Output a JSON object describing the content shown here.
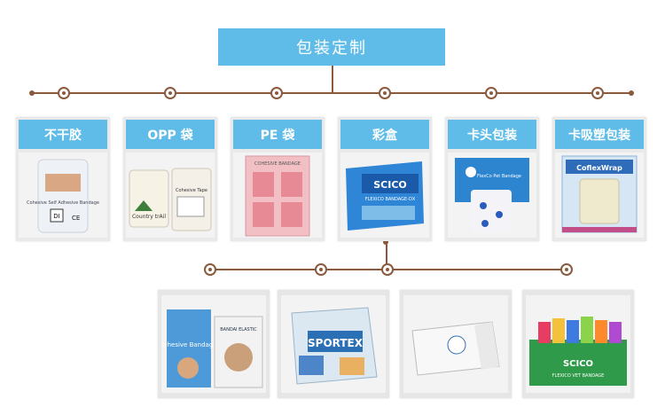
{
  "title": "包装定制",
  "categories": [
    {
      "label": "不干胶",
      "icon": "roll-label-icon"
    },
    {
      "label": "OPP 袋",
      "icon": "opp-bag-icon"
    },
    {
      "label": "PE 袋",
      "icon": "pe-bag-icon"
    },
    {
      "label": "彩盒",
      "icon": "color-box-icon"
    },
    {
      "label": "卡头包装",
      "icon": "header-card-icon"
    },
    {
      "label": "卡吸塑包装",
      "icon": "blister-card-icon"
    }
  ],
  "products": {
    "sticker_texts": [
      "Cohesive Self Adhesive Bandage",
      "DI",
      "CE"
    ],
    "opp_texts": [
      "Country trAil",
      "Cohesive Tape"
    ],
    "pe_texts": [
      "COHESIVE BANDAGE"
    ],
    "colorbox_texts": [
      "SCICO",
      "FLEXICO BANDAGE-DX"
    ],
    "headercard_texts": [
      "FlexCo Pet Bandage"
    ],
    "blister_texts": [
      "CoflexWrap"
    ],
    "bottom_texts": [
      "Cohesive Bandage",
      "BANDAI ELASTIC",
      "SPORTEX",
      "SCICO",
      "FLEXICO VET BANDAGE"
    ]
  },
  "colors": {
    "accent": "#5fbce8",
    "line": "#8b5a3c"
  }
}
